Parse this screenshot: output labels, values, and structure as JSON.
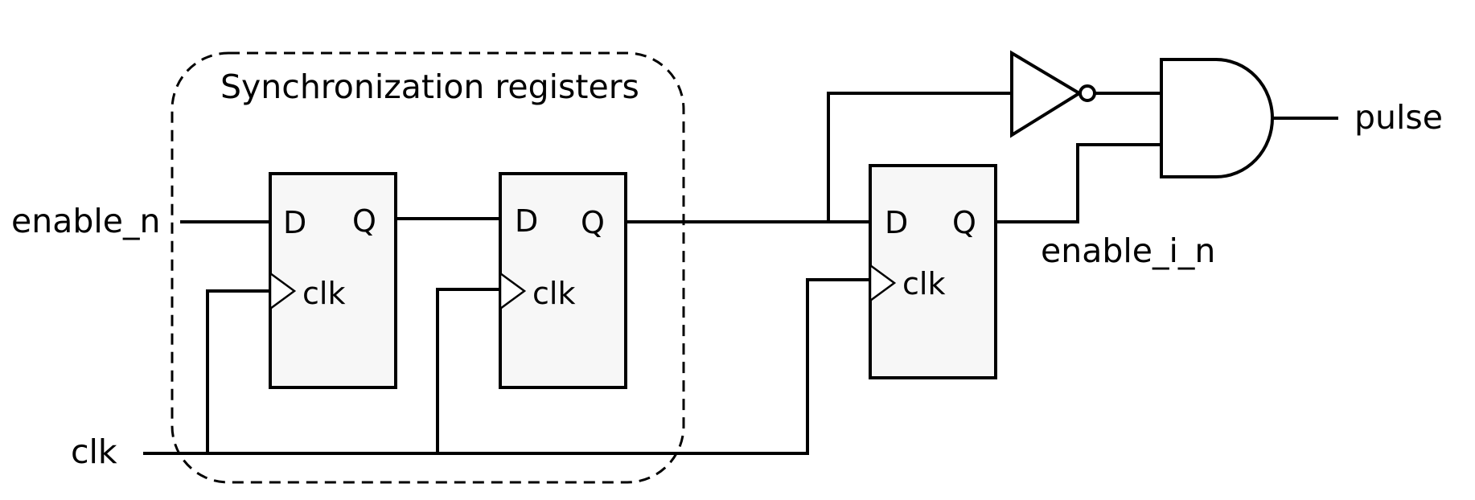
{
  "diagram": {
    "group_label": "Synchronization registers",
    "signals": {
      "input_enable": "enable_n",
      "clock": "clk",
      "internal_enable": "enable_i_n",
      "output": "pulse"
    },
    "flip_flops": [
      {
        "d_label": "D",
        "q_label": "Q",
        "clk_label": "clk"
      },
      {
        "d_label": "D",
        "q_label": "Q",
        "clk_label": "clk"
      },
      {
        "d_label": "D",
        "q_label": "Q",
        "clk_label": "clk"
      }
    ],
    "gates": [
      "inverter",
      "and-gate"
    ]
  }
}
